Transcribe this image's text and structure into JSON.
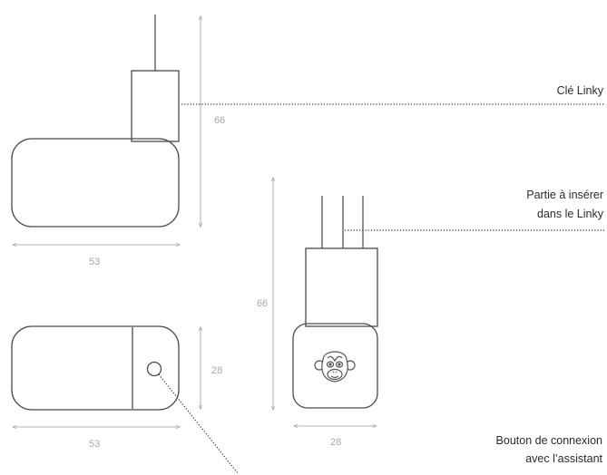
{
  "labels": {
    "cle_linky": "Clé Linky",
    "partie_line1": "Partie à insérer",
    "partie_line2": "dans le Linky",
    "bouton_line1": "Bouton de connexion",
    "bouton_line2": "avec l’assistant"
  },
  "dimensions": {
    "side_height": "66",
    "side_width": "53",
    "front_height": "66",
    "front_width": "28",
    "bottom_height": "28",
    "bottom_width": "53"
  },
  "icons": {
    "logo": "monkey-face-icon"
  }
}
